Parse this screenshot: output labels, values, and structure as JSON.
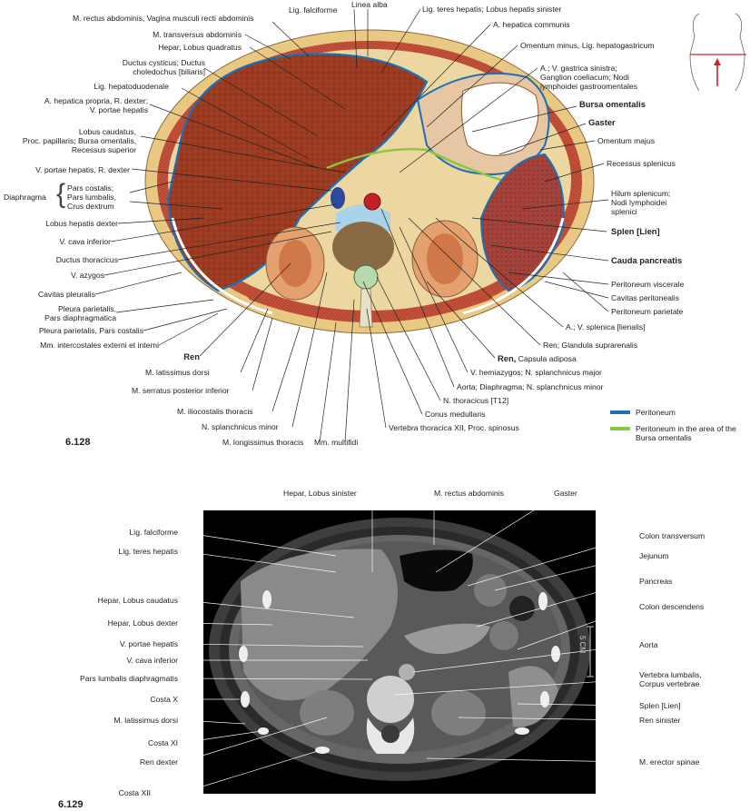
{
  "figure1": {
    "number": "6.128",
    "legend": {
      "peritoneum": "Peritoneum",
      "bursa_line1": "Peritoneum in the area of the",
      "bursa_line2": "Bursa omentalis",
      "colors": {
        "peritoneum": "#1f6fb5",
        "bursa": "#8cc63f"
      }
    },
    "top_labels": {
      "rectus": "M. rectus abdominis, Vagina musculi recti abdominis",
      "falciforme": "Lig. falciforme",
      "linea_alba": "Linea alba",
      "teres": "Lig. teres hepatis; Lobus hepatis sinister"
    },
    "left_labels": {
      "transversus": "M. transversus abdominis",
      "quadratus": "Hepar, Lobus quadratus",
      "cysticus_1": "Ductus cysticus; Ductus",
      "cysticus_2": "choledochus [biliaris]",
      "hepatoduodenale": "Lig. hepatoduodenale",
      "hep_propria_1": "A. hepatica propria, R. dexter;",
      "hep_propria_2": "V. portae hepatis",
      "caudatus_1": "Lobus caudatus,",
      "caudatus_2": "Proc. papillaris; Bursa omentalis,",
      "caudatus_3": "Recessus superior",
      "portae_dexter": "V. portae hepatis, R. dexter",
      "diaphragma": "Diaphragma",
      "diaph_1": "Pars costalis;",
      "diaph_2": "Pars lumbalis,",
      "diaph_3": "Crus dextrum",
      "lobus_dexter": "Lobus hepatis dexter",
      "cava": "V. cava inferior",
      "thoracicus": "Ductus thoracicus",
      "azygos": "V. azygos",
      "cavitas_pleuralis": "Cavitas pleuralis",
      "pleura_diaph_1": "Pleura parietalis,",
      "pleura_diaph_2": "Pars diaphragmatica",
      "pleura_costalis": "Pleura parietalis, Pars costalis",
      "intercostales": "Mm. intercostales externi et interni",
      "ren": "Ren"
    },
    "right_labels": {
      "hep_communis": "A. hepatica communis",
      "omentum_minus": "Omentum minus, Lig. hepatogastricum",
      "gastrica_1": "A.; V. gastrica sinistra;",
      "gastrica_2": "Ganglion coeliacum; Nodi",
      "gastrica_3": "lymphoidei gastroomentales",
      "bursa": "Bursa omentalis",
      "gaster": "Gaster",
      "omentum_majus": "Omentum majus",
      "recessus": "Recessus splenicus",
      "hilum_1": "Hilum splenicum;",
      "hilum_2": "Nodi lymphoidei",
      "hilum_3": "splenici",
      "splen": "Splen [Lien]",
      "cauda": "Cauda pancreatis",
      "visc": "Peritoneum viscerale",
      "cav_perit": "Cavitas peritonealis",
      "pariet": "Peritoneum parietale",
      "splenica": "A.; V. splenica [lienalis]",
      "suprarenalis": "Ren; Glandula suprarenalis",
      "ren_capsula_bold": "Ren,",
      "ren_capsula_rest": "Capsula adiposa",
      "hemiazygos": "V. hemiazygos; N. splanchnicus major",
      "aorta": "Aorta; Diaphragma; N. splanchnicus minor",
      "n_thoracicus": "N. thoracicus [T12]",
      "conus": "Conus medullaris",
      "vertebra": "Vertebra thoracica XII, Proc. spinosus",
      "multifidi": "Mm. multifidi"
    },
    "bottom_labels": {
      "latissimus": "M. latissimus dorsi",
      "serratus": "M. serratus posterior inferior",
      "iliocostalis": "M. iliocostalis thoracis",
      "splanch_minor": "N. splanchnicus minor",
      "longissimus": "M. longissimus thoracis"
    }
  },
  "figure2": {
    "number": "6.129",
    "scale": "5 CM",
    "top_labels": {
      "lobus_sinister": "Hepar, Lobus sinister",
      "rectus": "M. rectus abdominis",
      "gaster": "Gaster"
    },
    "left_labels": {
      "falciforme": "Lig. falciforme",
      "teres": "Lig. teres hepatis",
      "caudatus": "Hepar, Lobus caudatus",
      "dexter": "Hepar, Lobus dexter",
      "portae": "V. portae hepatis",
      "cava": "V. cava inferior",
      "pars_lumbalis": "Pars lumbalis diaphragmatis",
      "costa_x": "Costa X",
      "latissimus": "M. latissimus dorsi",
      "costa_xi": "Costa XI",
      "ren_dexter": "Ren dexter",
      "costa_xii": "Costa XII"
    },
    "right_labels": {
      "colon_transversum": "Colon transversum",
      "jejunum": "Jejunum",
      "pancreas": "Pancreas",
      "colon_descendens": "Colon descendens",
      "aorta": "Aorta",
      "vertebra_1": "Vertebra lumbalis,",
      "vertebra_2": "Corpus vertebrae",
      "splen": "Splen [Lien]",
      "ren_sinister": "Ren sinister",
      "erector": "M. erector spinae"
    }
  }
}
